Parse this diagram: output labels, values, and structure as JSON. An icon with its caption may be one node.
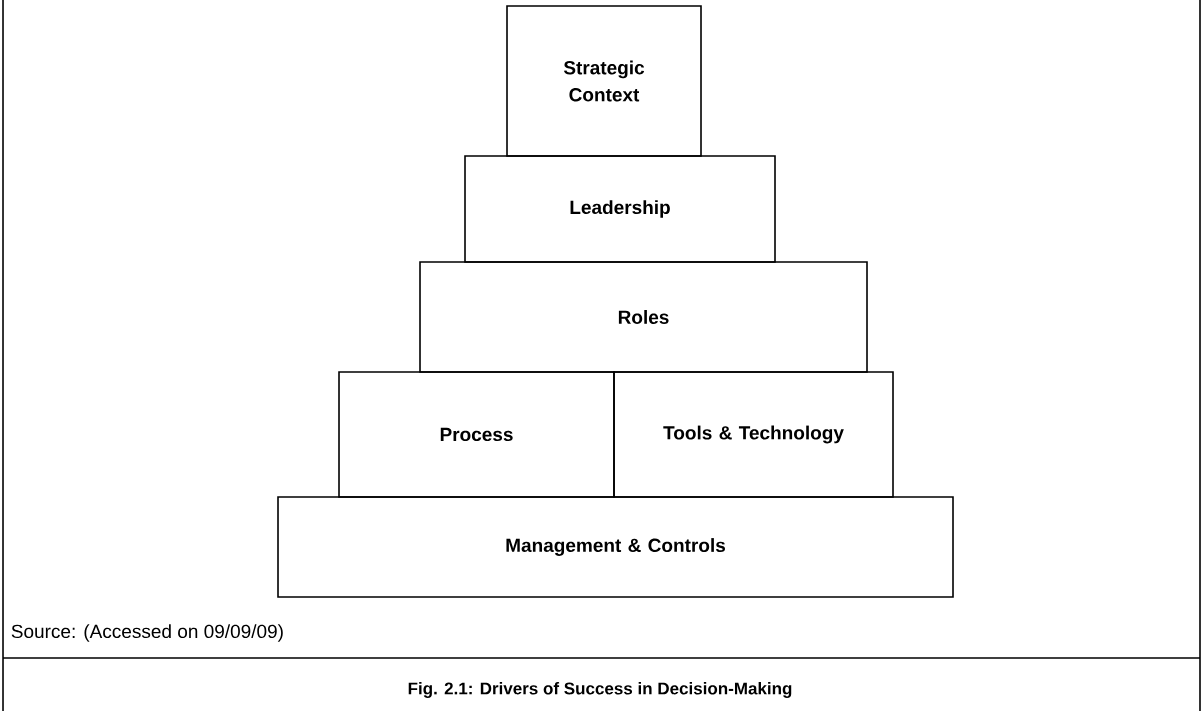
{
  "diagram": {
    "caption": "Fig. 2.1: Drivers of Success in Decision-Making",
    "nodes": [
      {
        "text": [
          "Strategic Context"
        ]
      },
      {
        "text": [
          "Leadership"
        ]
      },
      {
        "text": [
          "Roles"
        ]
      },
      {
        "text": [
          "Process"
        ]
      },
      {
        "text": [
          "Tools & Technology"
        ]
      },
      {
        "text": [
          "Management & Controls"
        ]
      }
    ],
    "labels": [
      "Source: (Accessed on 09/09/09)"
    ]
  }
}
